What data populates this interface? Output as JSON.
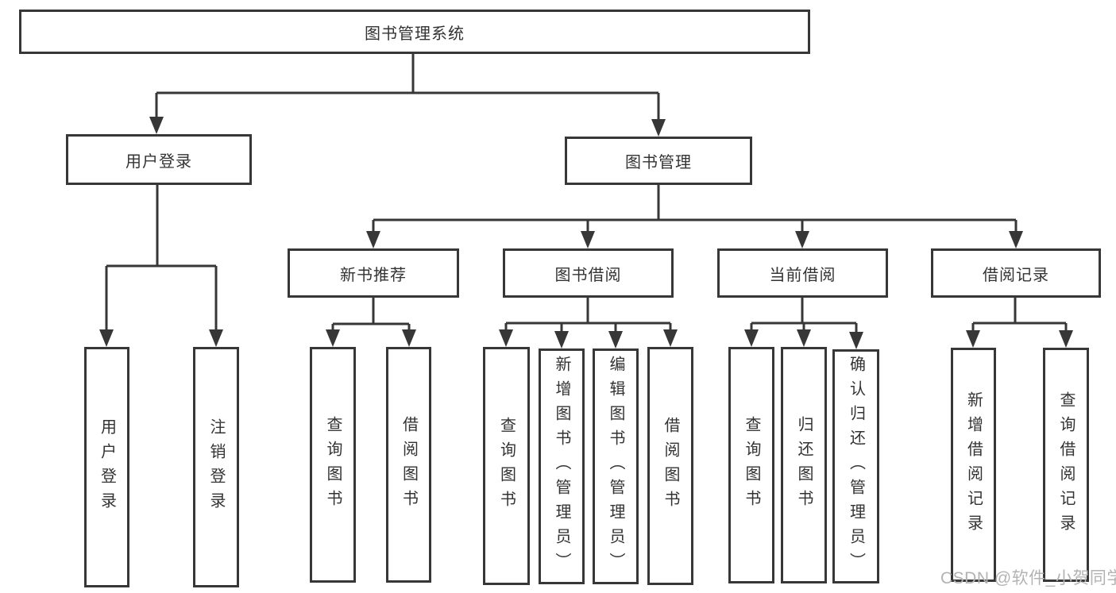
{
  "diagram": {
    "type": "hierarchy",
    "tree": {
      "root": {
        "label": "图书管理系统"
      },
      "branches": [
        {
          "label": "用户登录",
          "children": [
            {
              "label": "用户登录"
            },
            {
              "label": "注销登录"
            }
          ]
        },
        {
          "label": "图书管理",
          "children": [
            {
              "label": "新书推荐",
              "children": [
                {
                  "label": "查询图书"
                },
                {
                  "label": "借阅图书"
                }
              ]
            },
            {
              "label": "图书借阅",
              "children": [
                {
                  "label": "查询图书"
                },
                {
                  "label": "新增图书（管理员）"
                },
                {
                  "label": "编辑图书（管理员）"
                },
                {
                  "label": "借阅图书"
                }
              ]
            },
            {
              "label": "当前借阅",
              "children": [
                {
                  "label": "查询图书"
                },
                {
                  "label": "归还图书"
                },
                {
                  "label": "确认归还（管理员）"
                }
              ]
            },
            {
              "label": "借阅记录",
              "children": [
                {
                  "label": "新增借阅记录"
                },
                {
                  "label": "查询借阅记录"
                }
              ]
            }
          ]
        }
      ]
    },
    "colors": {
      "line": "#373737",
      "text": "#333333",
      "background": "#ffffff",
      "watermark_color": "#b3b3b3"
    }
  },
  "watermark": "CSDN @软件_小贺同学"
}
